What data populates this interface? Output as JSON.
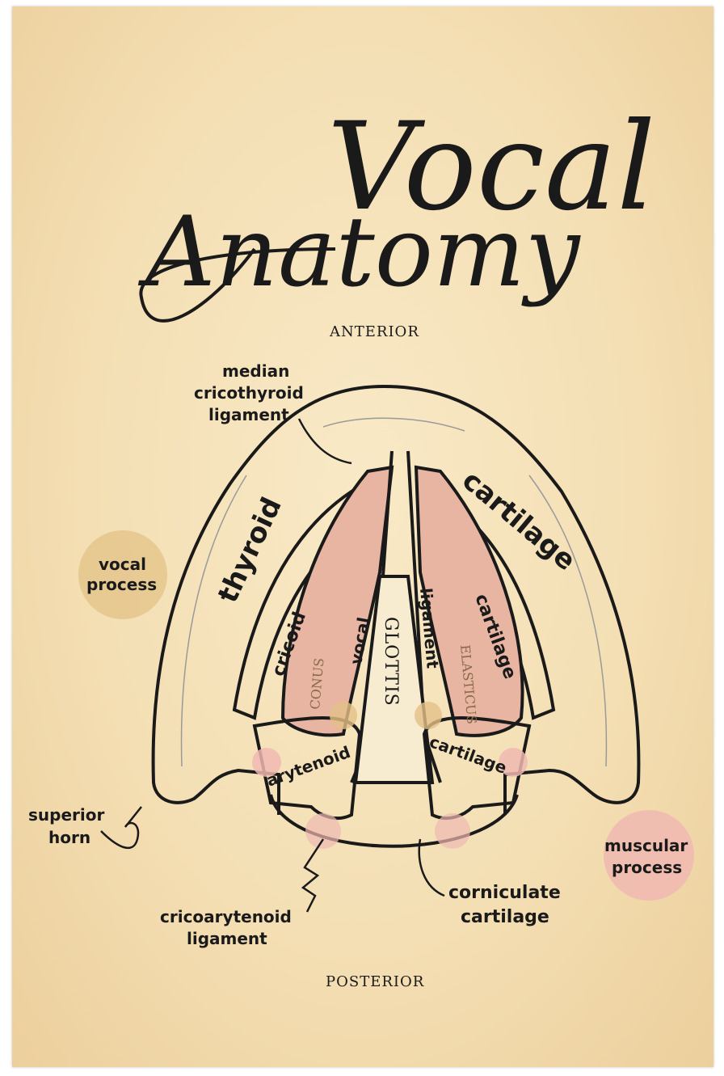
{
  "title": {
    "line1": "Vocal",
    "line2": "Anatomy"
  },
  "orientation": {
    "top": "ANTERIOR",
    "bottom": "POSTERIOR"
  },
  "labels": {
    "median_cricothyroid": [
      "median",
      "cricothyroid",
      "ligament"
    ],
    "thyroid": "thyroid",
    "cartilage_outer": "cartilage",
    "vocal_process": [
      "vocal",
      "process"
    ],
    "cricoid": "cricoid",
    "cartilage_inner": "cartilage",
    "vocal": "vocal",
    "glottis": "GLOTTIS",
    "ligament": "ligament",
    "conus": "CONUS",
    "elasticus": "ELASTICUS",
    "arytenoid": "arytenoid",
    "cartilage_lower": "cartilage",
    "superior_horn": [
      "superior",
      "horn"
    ],
    "muscular_process": [
      "muscular",
      "process"
    ],
    "cricoarytenoid": [
      "cricoarytenoid",
      "ligament"
    ],
    "corniculate": [
      "corniculate",
      "cartilage"
    ]
  },
  "colors": {
    "paper": "#f4dfb4",
    "ink": "#1a1a1a",
    "muscle": "#e7b5a1",
    "highlight_tan": "#e3c187",
    "highlight_pink": "#f0b9b2"
  }
}
